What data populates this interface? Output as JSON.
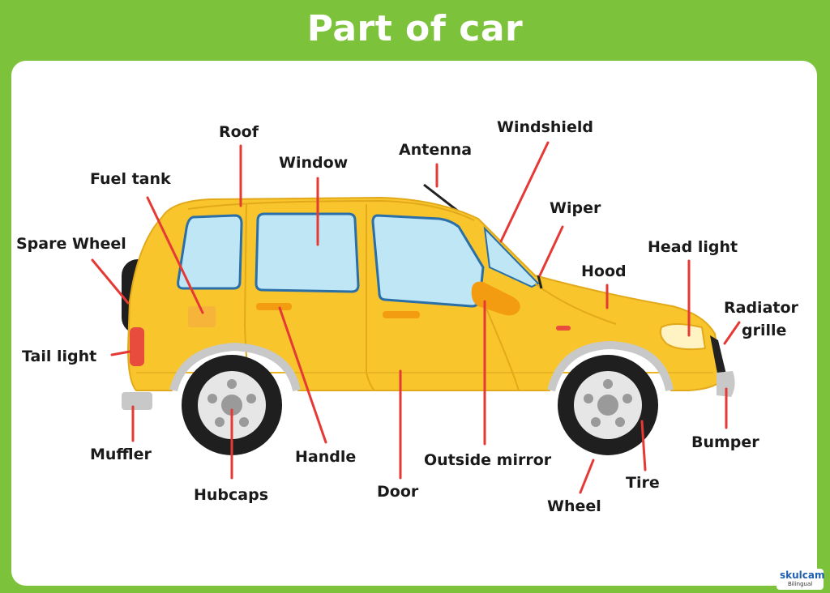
{
  "title": "Part of car",
  "labels": {
    "roof": "Roof",
    "window": "Window",
    "antenna": "Antenna",
    "windshield": "Windshield",
    "fuel_tank": "Fuel tank",
    "wiper": "Wiper",
    "spare_wheel": "Spare Wheel",
    "head_light": "Head light",
    "hood": "Hood",
    "radiator_grille_1": "Radiator",
    "radiator_grille_2": "grille",
    "tail_light": "Tail light",
    "bumper": "Bumper",
    "muffler": "Muffler",
    "handle": "Handle",
    "outside_mirror": "Outside mirror",
    "tire": "Tire",
    "hubcaps": "Hubcaps",
    "door": "Door",
    "wheel": "Wheel"
  },
  "logo": {
    "line1": "skulcam",
    "line2": "Bilingual"
  },
  "colors": {
    "background": "#7cc23a",
    "panel": "#ffffff",
    "car_body": "#f8c52c",
    "window_glass": "#bfe6f5",
    "leader_line": "#e53935"
  }
}
